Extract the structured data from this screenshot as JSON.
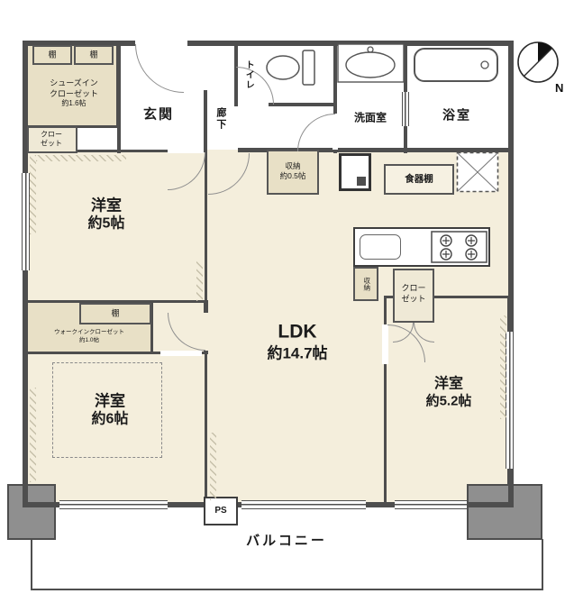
{
  "compass": {
    "label": "N"
  },
  "rooms": {
    "ldk": {
      "name": "LDK",
      "size": "約14.7帖"
    },
    "western_5": {
      "name": "洋室",
      "size": "約5帖"
    },
    "western_6": {
      "name": "洋室",
      "size": "約6帖"
    },
    "western_5_2": {
      "name": "洋室",
      "size": "約5.2帖"
    },
    "entrance": {
      "name": "玄関"
    },
    "hallway": {
      "name": "廊下"
    },
    "toilet": {
      "name": "トイレ"
    },
    "washroom": {
      "name": "洗面室"
    },
    "bathroom": {
      "name": "浴室"
    },
    "balcony": {
      "name": "バルコニー"
    }
  },
  "storage": {
    "shoes_in_closet": {
      "line1": "シューズイン",
      "line2": "クローゼット",
      "size": "約1.6帖"
    },
    "closet_entrance": {
      "line1": "クロー",
      "line2": "ゼット"
    },
    "closet_bedroom": {
      "line1": "クロー",
      "line2": "ゼット"
    },
    "shelf": {
      "name": "棚"
    },
    "walk_in_closet": {
      "name": "ウォークインクローゼット",
      "size": "約1.0帖"
    },
    "storage_hall": {
      "name": "収納",
      "size": "約0.5帖"
    },
    "storage_kitchen": {
      "name": "収納"
    },
    "cupboard": {
      "name": "食器棚"
    },
    "pipe_space": {
      "name": "PS"
    }
  },
  "colors": {
    "wall": "#4e4e4e",
    "floor": "#f4eedc",
    "closet": "#e8e0c6"
  }
}
